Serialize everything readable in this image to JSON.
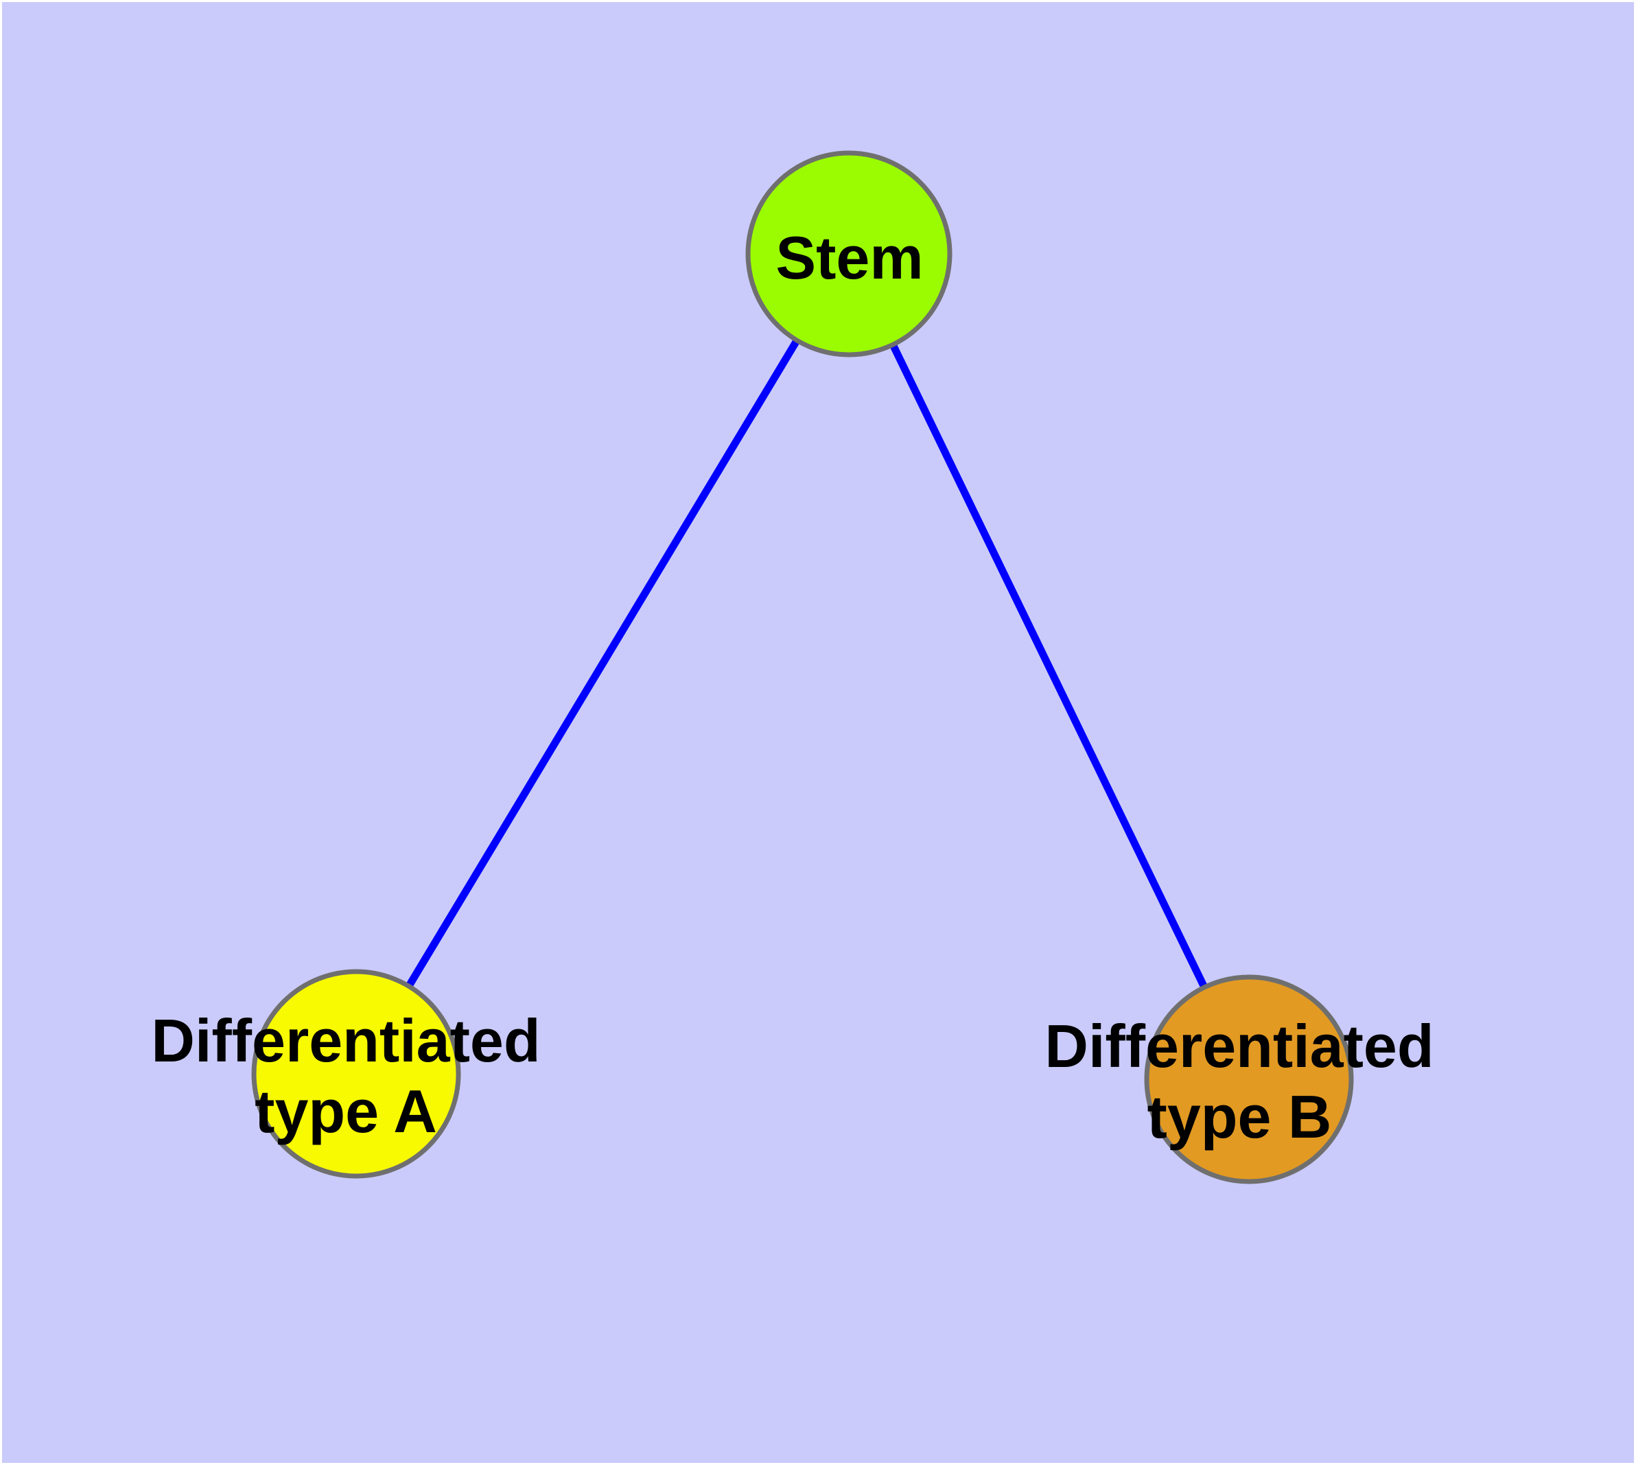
{
  "diagram": {
    "background_color": "#CACBFA",
    "margin_color": "#FFFFFF",
    "edge_color": "#0000FF",
    "node_border_color": "#6F6F6F",
    "label_color": "#000000",
    "nodes": [
      {
        "id": "stem",
        "label": "Stem",
        "fill": "#9BFB00"
      },
      {
        "id": "differentiated-type-a",
        "label": "Differentiated type A",
        "label_lines": [
          "Differentiated",
          "type A"
        ],
        "fill": "#F7FA00"
      },
      {
        "id": "differentiated-type-b",
        "label": "Differentiated type B",
        "label_lines": [
          "Differentiated",
          "type B"
        ],
        "fill": "#E29A22"
      }
    ],
    "edges": [
      {
        "from": "stem",
        "to": "differentiated-type-a"
      },
      {
        "from": "stem",
        "to": "differentiated-type-b"
      }
    ]
  }
}
